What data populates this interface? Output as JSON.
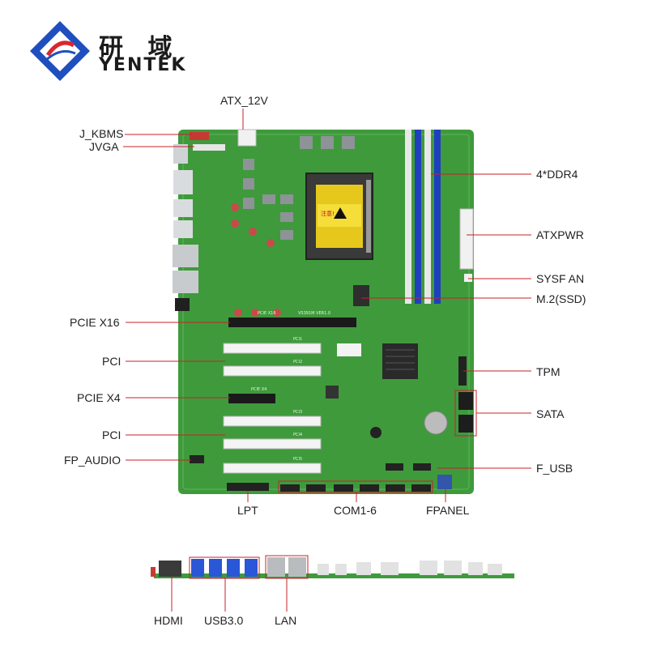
{
  "brand": {
    "name_cn": "研 域",
    "name_en": "YENTEK",
    "colors": {
      "primary_blue": "#1f4fbf",
      "accent_red": "#d8272e"
    }
  },
  "board": {
    "pcb_color": "#3f9a3c",
    "silk": {
      "board_id": "VS391M VER1.0",
      "slot_pcie_x16": "PCIE X16",
      "slot_pci1": "PCI1",
      "slot_pci2": "PCI2",
      "slot_pcie_x4": "PCIE X4",
      "slot_pci3": "PCI3",
      "slot_pci4": "PCI4",
      "slot_pci5": "PCI5",
      "cpu_warning": "注意!"
    }
  },
  "callouts": {
    "atx_12v": "ATX_12V",
    "j_kbms": "J_KBMS",
    "jvga": "JVGA",
    "ddr4": "4*DDR4",
    "atxpwr": "ATXPWR",
    "sysfan": "SYSF AN",
    "m2": "M.2(SSD)",
    "pcie_x16": "PCIE X16",
    "pci_upper": "PCI",
    "tpm": "TPM",
    "pcie_x4": "PCIE X4",
    "sata": "SATA",
    "pci_lower": "PCI",
    "fp_audio": "FP_AUDIO",
    "f_usb": "F_USB",
    "lpt": "LPT",
    "com": "COM1-6",
    "fpanel": "FPANEL",
    "hdmi": "HDMI",
    "usb3": "USB3.0",
    "lan": "LAN"
  }
}
